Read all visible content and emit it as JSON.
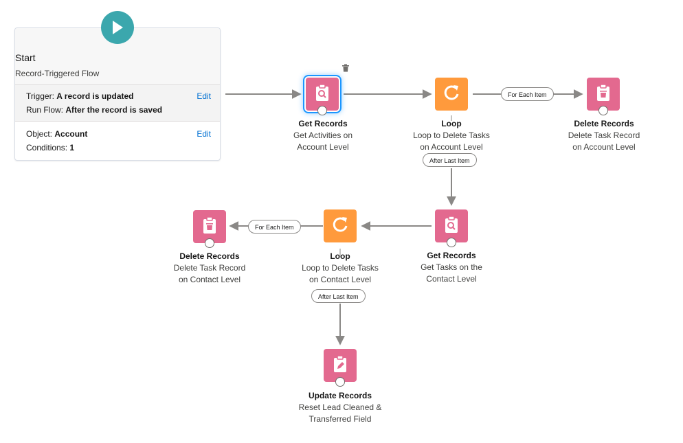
{
  "start": {
    "title": "Start",
    "subtitle": "Record-Triggered Flow",
    "trigger_label": "Trigger:",
    "trigger_value": "A record is updated",
    "runflow_label": "Run Flow:",
    "runflow_value": "After the record is saved",
    "object_label": "Object:",
    "object_value": "Account",
    "conditions_label": "Conditions:",
    "conditions_value": "1",
    "edit_label": "Edit"
  },
  "elements": {
    "get_activities": {
      "type": "Get Records",
      "desc1": "Get Activities on",
      "desc2": "Account Level",
      "icon": "get-records-icon"
    },
    "loop_account": {
      "type": "Loop",
      "desc1": "Loop to Delete Tasks",
      "desc2": "on Account Level",
      "icon": "loop-icon"
    },
    "delete_account": {
      "type": "Delete Records",
      "desc1": "Delete Task Record",
      "desc2": "on Account Level",
      "icon": "delete-records-icon"
    },
    "get_tasks_contact": {
      "type": "Get Records",
      "desc1": "Get Tasks on the",
      "desc2": "Contact Level",
      "icon": "get-records-icon"
    },
    "loop_contact": {
      "type": "Loop",
      "desc1": "Loop to Delete Tasks",
      "desc2": "on Contact Level",
      "icon": "loop-icon"
    },
    "delete_contact": {
      "type": "Delete Records",
      "desc1": "Delete Task Record",
      "desc2": "on Contact Level",
      "icon": "delete-records-icon"
    },
    "update_records": {
      "type": "Update Records",
      "desc1": "Reset Lead Cleaned &",
      "desc2": "Transferred Field",
      "icon": "update-records-icon"
    }
  },
  "connector_labels": {
    "for_each_item": "For Each Item",
    "after_last_item": "After Last Item"
  },
  "colors": {
    "start": "#3ba7ad",
    "data_element": "#e3698f",
    "logic_element": "#ff9a3c",
    "link": "#0070d2",
    "selection": "#1b96ff"
  }
}
